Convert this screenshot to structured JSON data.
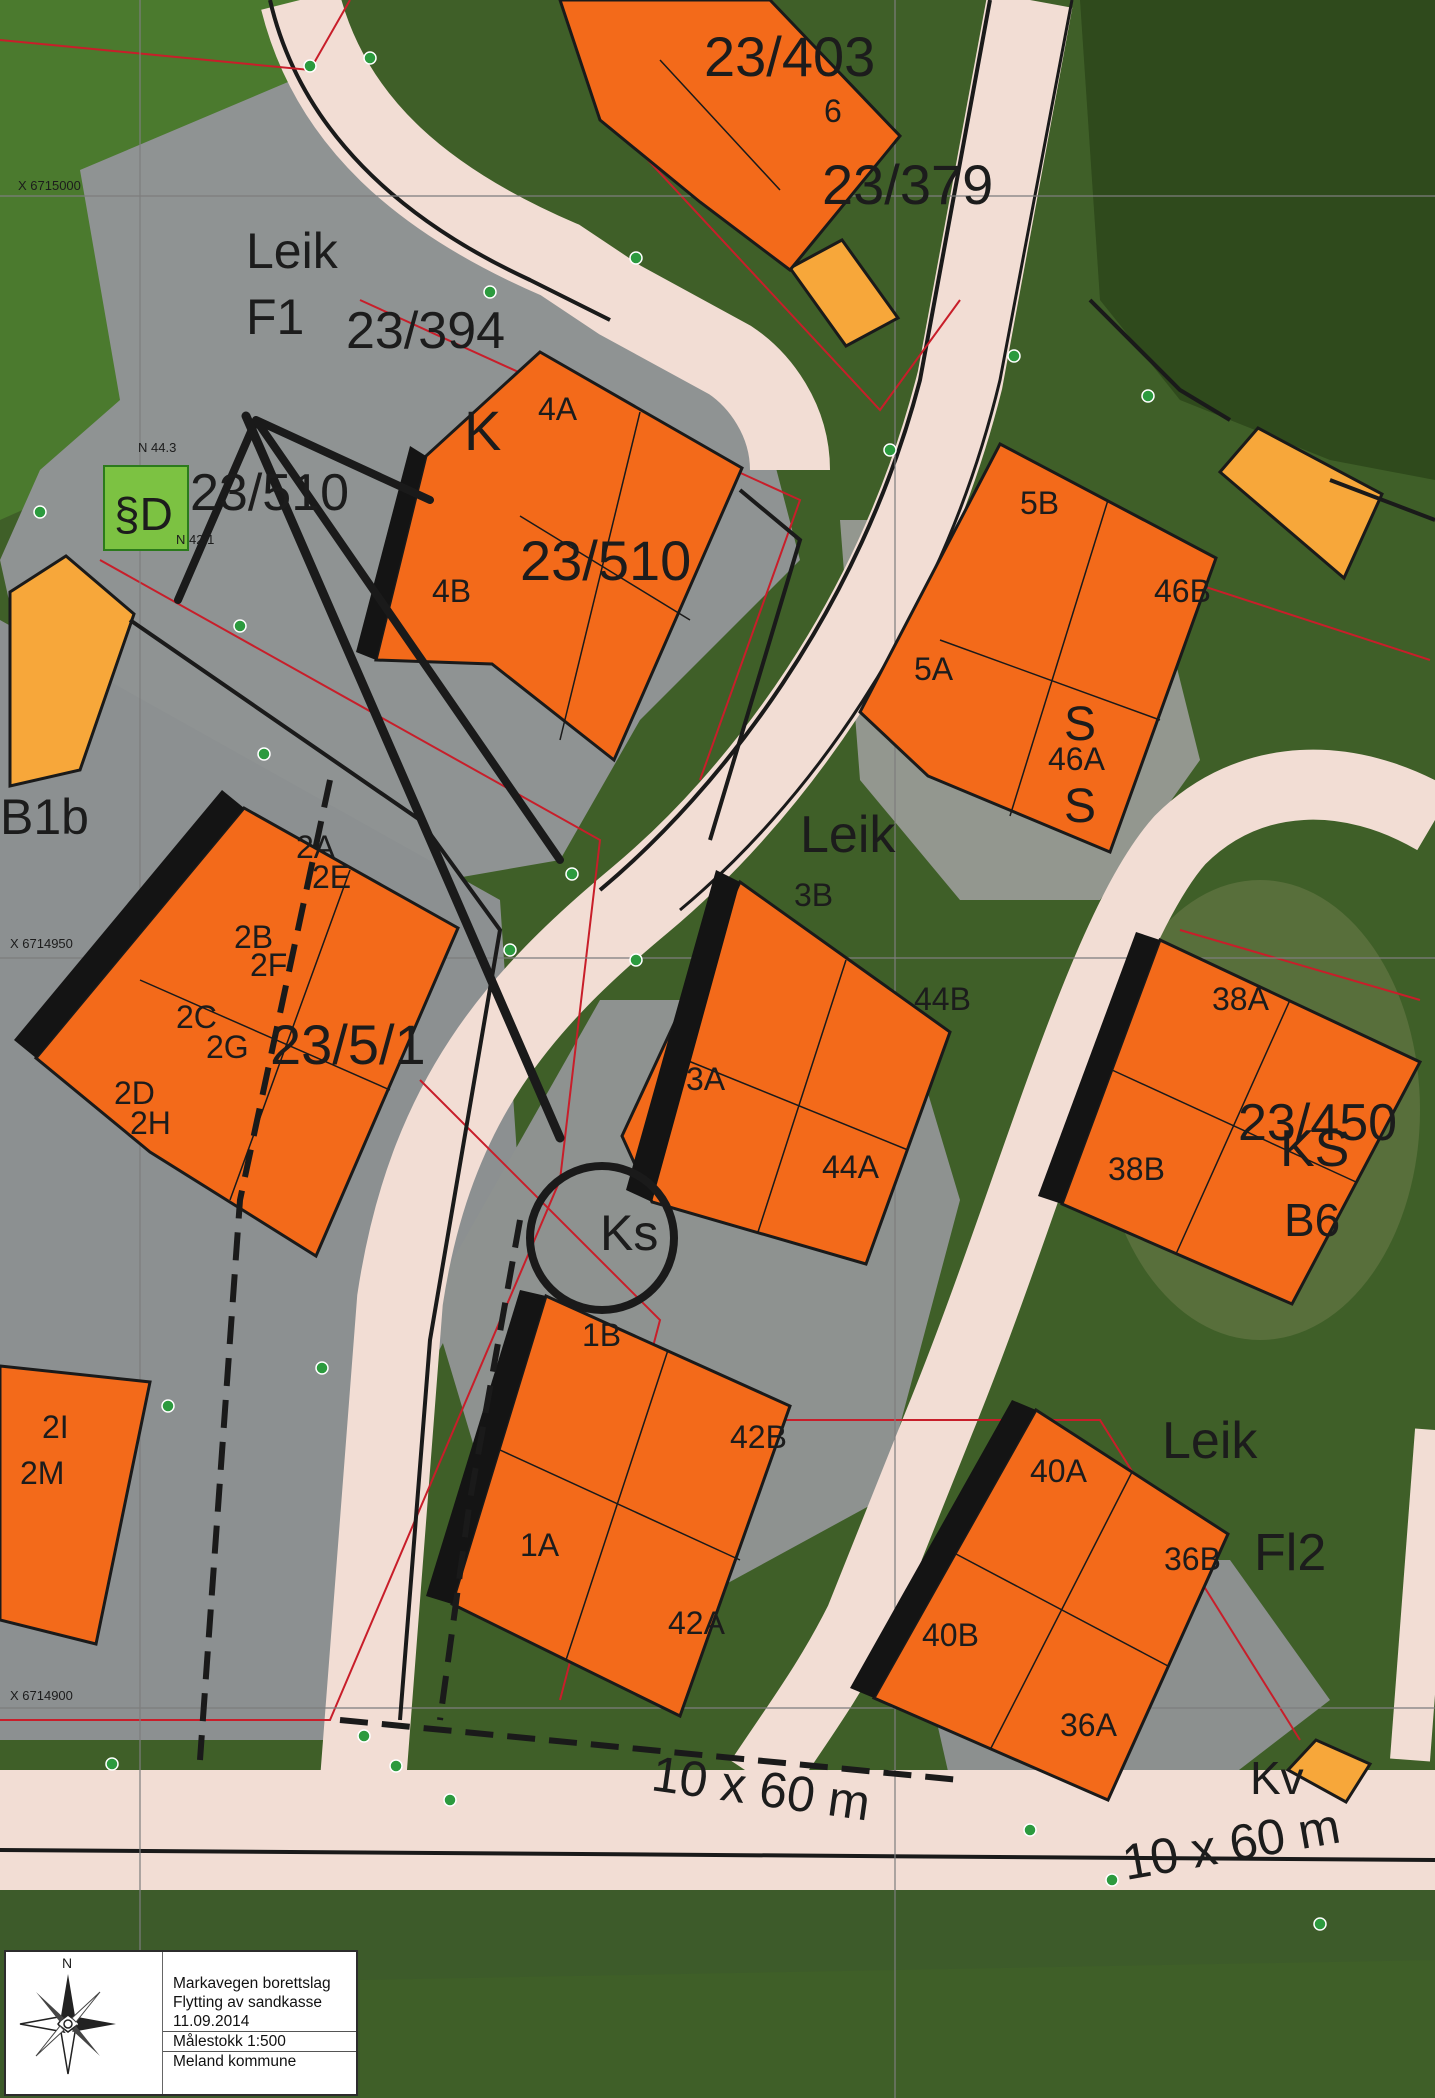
{
  "map": {
    "colors": {
      "grass": "#4b6e2c",
      "dark_green": "#2f4a1c",
      "pavement": "#8f9393",
      "road": "#f2ddd4",
      "building": "#f36a1a",
      "shed": "#f7a73a",
      "zone_green": "#7cc242",
      "boundary_red": "#c81e2a",
      "line_dark": "#1a1a1a",
      "marker_green": "#2c9a3e"
    },
    "parcel_labels": [
      "23/403",
      "23/379",
      "23/394",
      "23/510",
      "23/510",
      "23/5/1",
      "23/450"
    ],
    "unit_labels": [
      "6",
      "4A",
      "4B",
      "5B",
      "5A",
      "46B",
      "46A",
      "2A",
      "2E",
      "2B",
      "2F",
      "2C",
      "2G",
      "2D",
      "2H",
      "3B",
      "3A",
      "44B",
      "44A",
      "38A",
      "38B",
      "1B",
      "42B",
      "1A",
      "42A",
      "40A",
      "40B",
      "36B",
      "36A",
      "2I",
      "2M"
    ],
    "zone_labels": [
      "Leik",
      "F1",
      "K",
      "§D",
      "B1b",
      "Leik",
      "S",
      "S",
      "Ks",
      "KS",
      "B6",
      "Leik",
      "Fl2",
      "Kv"
    ],
    "dimension_labels": [
      "10 x 60 m",
      "10 x 60 m"
    ],
    "coordinate_labels": [
      "X 6714950",
      "X 6715000",
      "X 6714900"
    ],
    "small_labels": [
      "N 44.3",
      "N 42.1"
    ]
  },
  "legend": {
    "north_label": "N",
    "project": "Markavegen borettslag",
    "subject": "Flytting av sandkasse",
    "date": "11.09.2014",
    "scale": "Målestokk 1:500",
    "municipality": "Meland kommune"
  }
}
